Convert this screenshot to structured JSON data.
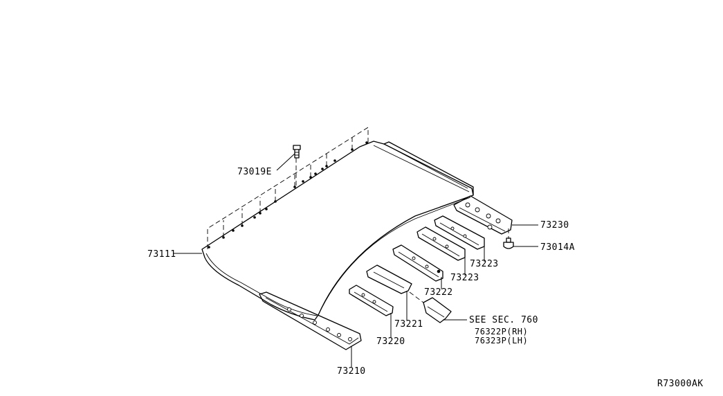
{
  "diagram": {
    "parts": {
      "roof_panel": "73111",
      "roof_clip": "73019E",
      "front_rail": "73210",
      "bow_1": "73220",
      "bow_2": "73221",
      "bow_3": "73222",
      "bow_4": "73223",
      "bow_5": "73223",
      "rear_rail": "73230",
      "rear_clip": "73014A"
    },
    "see_section": "SEE SEC. 760",
    "side_parts": [
      "76322P(RH)",
      "76323P(LH)"
    ],
    "diagram_code": "R73000AK"
  }
}
